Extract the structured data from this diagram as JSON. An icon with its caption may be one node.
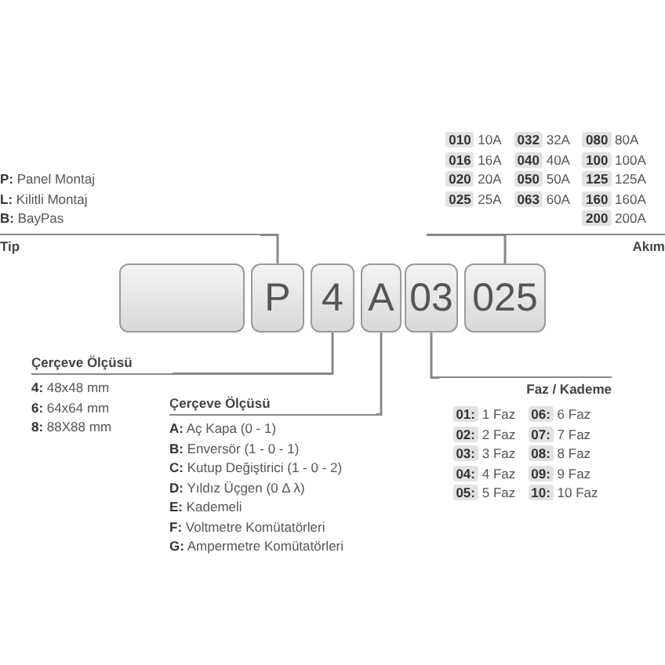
{
  "diagram": {
    "nodes": [
      {
        "text": [],
        "shape": "box"
      },
      {
        "text": [
          "P"
        ]
      },
      {
        "text": [
          "4"
        ]
      },
      {
        "text": [
          "A"
        ]
      },
      {
        "text": [
          "03"
        ]
      },
      {
        "text": [
          "025"
        ]
      },
      {
        "text": [
          "**P:** Panel Montaj",
          "**L:** Kilitli Montaj",
          "**B:** BayPas",
          "Tip"
        ]
      },
      {
        "text": [
          "Çerçeve Ölçüsü",
          "**4:** 48x48 mm",
          "**6:** 64x64 mm",
          "**8:** 88X88 mm"
        ]
      },
      {
        "text": [
          "Çerçeve Ölçüsü",
          "**A:** Aç Kapa (0 - 1)",
          "**B:** Enversör  (1 - 0 - 1)",
          "**C:** Kutup Değiştirici  (1 - 0 - 2)",
          "**D:** Yıldız Üçgen  (0 Δ λ)",
          "**E:** Kademeli",
          "**F:** Voltmetre Komütatörleri",
          "**G:** Ampermetre Komütatörleri"
        ]
      },
      {
        "text": [
          "Faz / Kademe",
          "**01:** 1 Faz",
          "**06:** 6 Faz",
          "**02:** 2 Faz",
          "**07:** 7 Faz",
          "**03:** 3 Faz",
          "**08:** 8 Faz",
          "**04:** 4 Faz",
          "**09:** 9 Faz",
          "**05:** 5 Faz",
          "**10:** 10 Faz"
        ]
      },
      {
        "text": [
          "**010** 10A",
          "**032** 32A",
          "**080** 80A",
          "**016** 16A",
          "**040** 40A",
          "**100** 100A",
          "**020** 20A",
          "**050** 50A",
          "**125** 125A",
          "**025** 25A",
          "**063** 60A",
          "**160** 160A",
          "**200** 200A",
          "Akım"
        ]
      }
    ],
    "edges": [
      {
        "from": 1,
        "to": 6,
        "arrow": "none"
      },
      {
        "from": 2,
        "to": 7,
        "arrow": "none"
      },
      {
        "from": 3,
        "to": 8,
        "arrow": "none"
      },
      {
        "from": 4,
        "to": 9,
        "arrow": "none"
      },
      {
        "from": 5,
        "to": 10,
        "arrow": "none"
      }
    ]
  }
}
